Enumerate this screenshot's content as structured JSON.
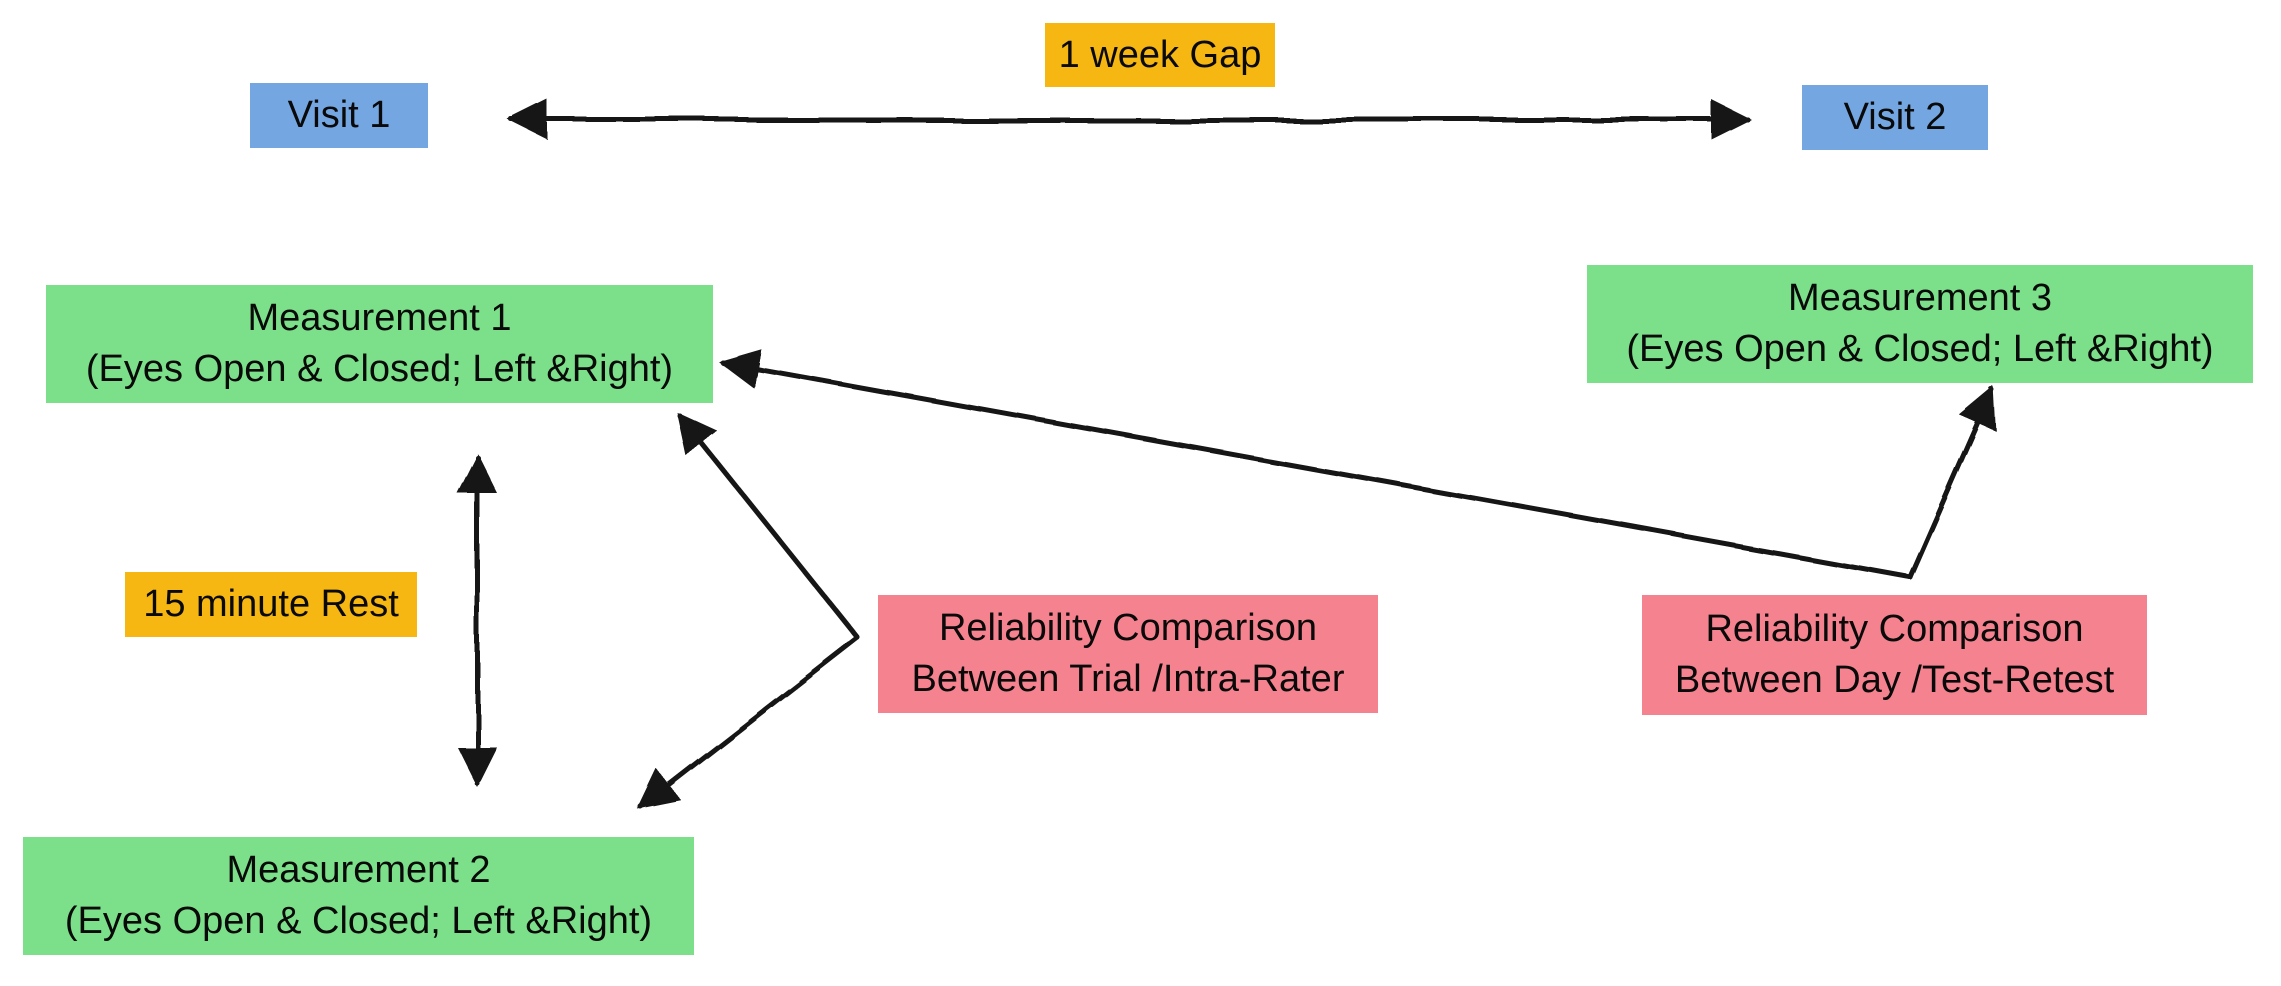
{
  "diagram": {
    "visits": [
      {
        "label": "Visit 1"
      },
      {
        "label": "Visit 2"
      }
    ],
    "gap_label": "1 week Gap",
    "rest_label": "15 minute Rest",
    "measurements": [
      {
        "title": "Measurement 1",
        "subtitle": "(Eyes Open & Closed; Left &Right)"
      },
      {
        "title": "Measurement 2",
        "subtitle": "(Eyes Open & Closed; Left &Right)"
      },
      {
        "title": "Measurement 3",
        "subtitle": "(Eyes Open & Closed; Left &Right)"
      }
    ],
    "comparisons": [
      {
        "line1": "Reliability Comparison",
        "line2": "Between Trial /Intra-Rater"
      },
      {
        "line1": "Reliability Comparison",
        "line2": "Between Day /Test-Retest"
      }
    ],
    "colors": {
      "visit": "#74a7e2",
      "measurement": "#7ce08a",
      "gap": "#f6b712",
      "comparison": "#f5838f",
      "arrow": "#141414",
      "background": "#ffffff"
    }
  }
}
